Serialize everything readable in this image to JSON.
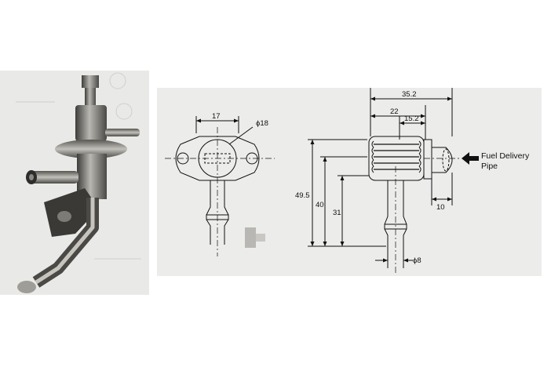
{
  "diagram": {
    "dimensions": {
      "overall_width": "35.2",
      "width_22": "22",
      "width_15_2": "15.2",
      "flange_width": "17",
      "flange_hole_dia": "ϕ18",
      "height_49_5": "49.5",
      "height_40": "40",
      "height_31": "31",
      "pipe_dia": "ϕ8",
      "end_depth": "10"
    },
    "callout": {
      "line1": "Fuel Delivery",
      "line2": "Pipe"
    },
    "icons": {
      "arrow": "arrow-left-icon"
    },
    "colors": {
      "panel_bg": "#ececea",
      "photo_bg": "#e9e9e7",
      "line": "#111111",
      "metal": "#7c7a75"
    }
  }
}
